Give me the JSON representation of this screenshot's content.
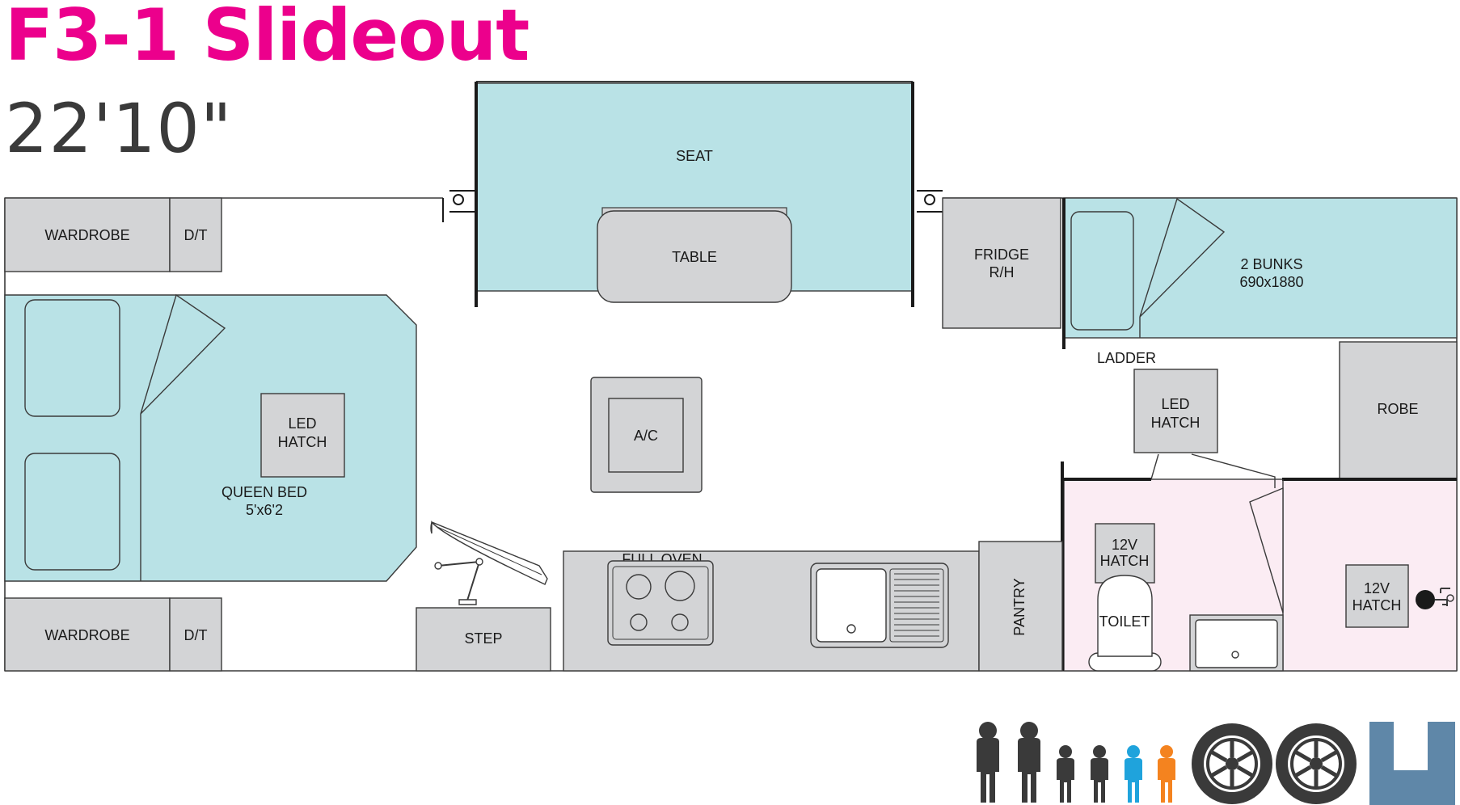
{
  "header": {
    "title": "F3-1 Slideout",
    "length": "22'10\""
  },
  "colors": {
    "title": "#ec008c",
    "length_text": "#3a3a3a",
    "bed_fill": "#b9e2e6",
    "cabinet_fill": "#d3d4d6",
    "ensuite_fill": "#fbecf3",
    "outline": "#3a3a3a",
    "adult_icon": "#3a3a3a",
    "child_blue": "#1fa3dc",
    "child_orange": "#f4831f",
    "slideout_badge": "#5f87a8"
  },
  "labels": {
    "seat": "SEAT",
    "table": "TABLE",
    "wardrobe_top": "WARDROBE",
    "dt_top": "D/T",
    "wardrobe_bottom": "WARDROBE",
    "dt_bottom": "D/T",
    "fridge_1": "FRIDGE",
    "fridge_2": "R/H",
    "bunks_1": "2 BUNKS",
    "bunks_2": "690x1880",
    "ladder": "LADDER",
    "led_hatch_bed_1": "LED",
    "led_hatch_bed_2": "HATCH",
    "queen_bed_1": "QUEEN BED",
    "queen_bed_2": "5'x6'2",
    "ac": "A/C",
    "led_hatch_rear_1": "LED",
    "led_hatch_rear_2": "HATCH",
    "robe": "ROBE",
    "full_oven": "FULL OVEN",
    "step": "STEP",
    "pantry": "PANTRY",
    "hatch_12v_toilet_1": "12V",
    "hatch_12v_toilet_2": "HATCH",
    "toilet": "TOILET",
    "hatch_12v_ensuite_1": "12V",
    "hatch_12v_ensuite_2": "HATCH"
  },
  "capacity": {
    "adults": 2,
    "children": 4,
    "wheels": 2
  },
  "icons": [
    "adult-icon",
    "child-icon",
    "wheel-icon",
    "slideout-icon"
  ]
}
